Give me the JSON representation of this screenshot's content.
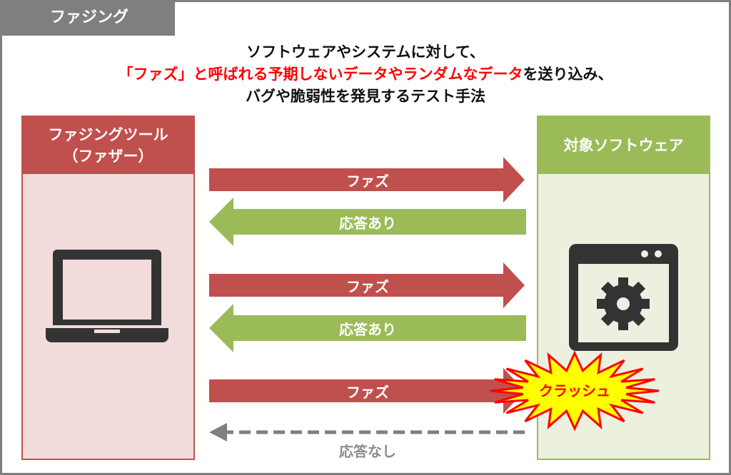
{
  "title": "ファジング",
  "description": {
    "line1": "ソフトウェアやシステムに対して、",
    "line2_red": "「ファズ」と呼ばれる予期しないデータやランダムなデータ",
    "line2_rest": "を送り込み、",
    "line3": "バグや脆弱性を発見するテスト手法"
  },
  "left_box": {
    "title_line1": "ファジングツール",
    "title_line2": "（ファザー）",
    "icon": "laptop-icon"
  },
  "right_box": {
    "title": "対象ソフトウェア",
    "icon": "app-window-gear-icon"
  },
  "arrows": [
    {
      "direction": "right",
      "label": "ファズ"
    },
    {
      "direction": "left",
      "label": "応答あり"
    },
    {
      "direction": "right",
      "label": "ファズ"
    },
    {
      "direction": "left",
      "label": "応答あり"
    },
    {
      "direction": "right",
      "label": "ファズ"
    },
    {
      "direction": "left-dashed",
      "label": "応答なし"
    }
  ],
  "crash_label": "クラッシュ",
  "colors": {
    "red": "#c0504d",
    "green": "#9bbb59",
    "gray": "#7f7f7f",
    "crash_fill": "#ffff00",
    "crash_stroke": "#ff0000"
  }
}
